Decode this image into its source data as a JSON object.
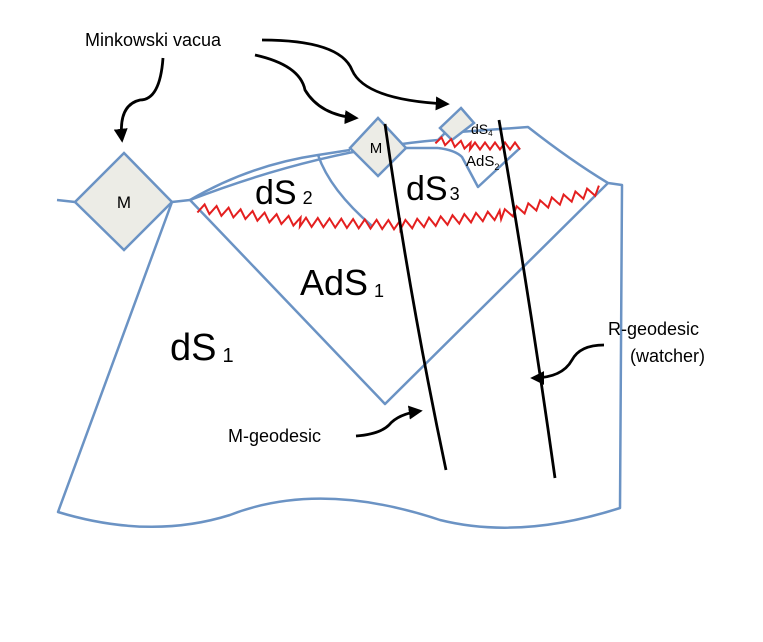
{
  "labels": {
    "minkowski_vacua": "Minkowski vacua",
    "m_large": "M",
    "m_small": "M",
    "ds1_base": "dS",
    "ds1_sub": "1",
    "ds2_base": "dS",
    "ds2_sub": "2",
    "ds3_base": "dS",
    "ds3_sub": "3",
    "ds4_base": "dS",
    "ds4_sub": "4",
    "ads1_base": "AdS",
    "ads1_sub": "1",
    "ads2_base": "AdS",
    "ads2_sub": "2",
    "r_geodesic_line1": "R-geodesic",
    "r_geodesic_line2": "(watcher)",
    "m_geodesic": "M-geodesic"
  },
  "colors": {
    "outline": "#6b93c4",
    "domain_wall": "#e41f1f",
    "minkowski_fill": "#ecece6",
    "ink": "#000000"
  }
}
